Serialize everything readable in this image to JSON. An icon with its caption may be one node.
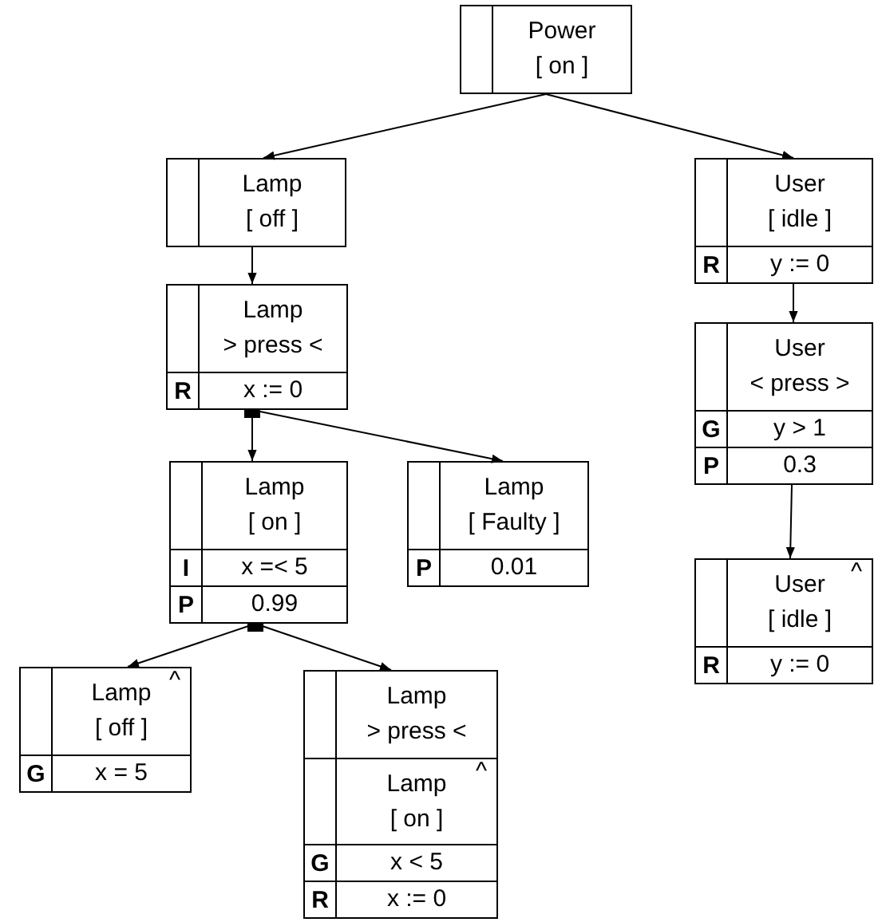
{
  "diagram": {
    "nodes": [
      {
        "text": [
          "Power",
          "[ on ]"
        ]
      },
      {
        "text": [
          "Lamp",
          "[ off ]"
        ]
      },
      {
        "text": [
          "User",
          "[ idle ]",
          "R",
          "y := 0"
        ]
      },
      {
        "text": [
          "Lamp",
          "> press <",
          "R",
          "x := 0"
        ]
      },
      {
        "text": [
          "User",
          "< press >",
          "G",
          "y > 1",
          "P",
          "0.3"
        ]
      },
      {
        "text": [
          "Lamp",
          "[ on ]",
          "I",
          "x =< 5",
          "P",
          "0.99"
        ]
      },
      {
        "text": [
          "Lamp",
          "[ Faulty ]",
          "P",
          "0.01"
        ]
      },
      {
        "text": [
          "User",
          "^",
          "[ idle ]",
          "R",
          "y := 0"
        ]
      },
      {
        "text": [
          "Lamp",
          "^",
          "[ off ]",
          "G",
          "x = 5"
        ]
      },
      {
        "text": [
          "Lamp",
          "> press <",
          "Lamp",
          "^",
          "[ on ]",
          "G",
          "x < 5",
          "R",
          "x := 0"
        ]
      }
    ],
    "edges": [
      {
        "from": 0,
        "to": 1,
        "arrow": "to"
      },
      {
        "from": 0,
        "to": 2,
        "arrow": "to"
      },
      {
        "from": 1,
        "to": 3,
        "arrow": "to"
      },
      {
        "from": 2,
        "to": 4,
        "arrow": "to"
      },
      {
        "from": 3,
        "to": 5,
        "arrow": "to"
      },
      {
        "from": 3,
        "to": 6,
        "arrow": "to"
      },
      {
        "from": 4,
        "to": 7,
        "arrow": "to"
      },
      {
        "from": 5,
        "to": 8,
        "arrow": "to"
      },
      {
        "from": 5,
        "to": 9,
        "arrow": "to"
      }
    ]
  }
}
